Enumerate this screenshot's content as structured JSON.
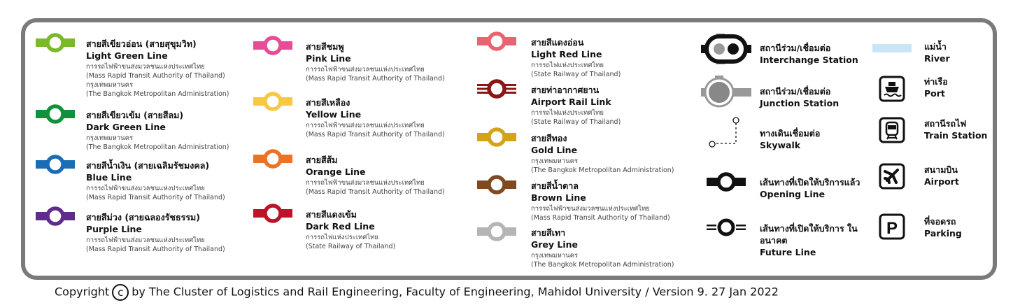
{
  "lines": [
    {
      "th": "สายสีเขียวอ่อน (สายสุขุมวิท)",
      "en": "Light Green Line",
      "color": "#7ab929",
      "orgs": [
        "การรถไฟฟ้าขนส่งมวลชนแห่งประเทศไทย",
        "(Mass Rapid Transit Authority of Thailand)",
        "กรุงเทพมหานคร",
        "(The Bangkok Metropolitan Administration)"
      ]
    },
    {
      "th": "สายสีเขียวเข้ม (สายสีลม)",
      "en": "Dark Green Line",
      "color": "#11913b",
      "orgs": [
        "กรุงเทพมหานคร",
        "(The Bangkok Metropolitan Administration)"
      ]
    },
    {
      "th": "สายสีน้ำเงิน (สายเฉลิมรัชมงคล)",
      "en": "Blue Line",
      "color": "#1a6db5",
      "orgs": [
        "การรถไฟฟ้าขนส่งมวลชนแห่งประเทศไทย",
        "(Mass Rapid Transit Authority of Thailand)"
      ]
    },
    {
      "th": "สายสีม่วง (สายฉลองรัชธรรม)",
      "en": "Purple Line",
      "color": "#5f2c8c",
      "orgs": [
        "การรถไฟฟ้าขนส่งมวลชนแห่งประเทศไทย",
        "(Mass Rapid Transit Authority of Thailand)"
      ]
    },
    {
      "th": "สายสีชมพู",
      "en": "Pink Line",
      "color": "#e84c98",
      "orgs": [
        "การรถไฟฟ้าขนส่งมวลชนแห่งประเทศไทย",
        "(Mass Rapid Transit Authority of Thailand)"
      ]
    },
    {
      "th": "สายสีเหลือง",
      "en": "Yellow Line",
      "color": "#f7c942",
      "orgs": [
        "การรถไฟฟ้าขนส่งมวลชนแห่งประเทศไทย",
        "(Mass Rapid Transit Authority of Thailand)"
      ]
    },
    {
      "th": "สายสีส้ม",
      "en": "Orange Line",
      "color": "#ec7326",
      "orgs": [
        "การรถไฟฟ้าขนส่งมวลชนแห่งประเทศไทย",
        "(Mass Rapid Transit Authority of Thailand)"
      ]
    },
    {
      "th": "สายสีแดงเข้ม",
      "en": "Dark Red Line",
      "color": "#bd1228",
      "orgs": [
        "การรถไฟแห่งประเทศไทย",
        "(State Railway of Thailand)"
      ]
    },
    {
      "th": "สายสีแดงอ่อน",
      "en": "Light Red Line",
      "color": "#ea6370",
      "orgs": [
        "การรถไฟแห่งประเทศไทย",
        "(State Railway of Thailand)"
      ]
    },
    {
      "th": "สายท่าอากาศยาน",
      "en": "Airport Rail Link",
      "color": "#8c1515",
      "orgs": [
        "การรถไฟแห่งประเทศไทย",
        "(State Railway of Thailand)"
      ]
    },
    {
      "th": "สายสีทอง",
      "en": "Gold Line",
      "color": "#d6a317",
      "orgs": [
        "กรุงเทพมหานคร",
        "(The Bangkok Metropolitan Administration)"
      ]
    },
    {
      "th": "สายสีน้ำตาล",
      "en": "Brown Line",
      "color": "#7d4a22",
      "orgs": [
        "การรถไฟฟ้าขนส่งมวลชนแห่งประเทศไทย",
        "(Mass Rapid Transit Authority of Thailand)"
      ]
    },
    {
      "th": "สายสีเทา",
      "en": "Grey Line",
      "color": "#b5b5b5",
      "orgs": [
        "กรุงเทพมหานคร",
        "(The Bangkok Metropolitan Administration)"
      ]
    }
  ],
  "symbols": [
    {
      "icon": "interchange-station-icon",
      "th": "สถานีร่วม/เชื่อมต่อ",
      "en": "Interchange Station"
    },
    {
      "icon": "junction-station-icon",
      "th": "สถานีร่วม/เชื่อมต่อ",
      "en": "Junction Station"
    },
    {
      "icon": "skywalk-icon",
      "th": "ทางเดินเชื่อมต่อ",
      "en": "Skywalk"
    },
    {
      "icon": "opening-line-icon",
      "th": "เส้นทางที่เปิดให้บริการแล้ว",
      "en": "Opening Line"
    },
    {
      "icon": "future-line-icon",
      "th": "เส้นทางที่เปิดให้บริการ ในอนาคต",
      "en": "Future Line"
    },
    {
      "icon": "river-icon",
      "th": "แม่น้ำ",
      "en": "River"
    },
    {
      "icon": "port-icon",
      "th": "ท่าเรือ",
      "en": "Port"
    },
    {
      "icon": "train-station-icon",
      "th": "สถานีรถไฟ",
      "en": "Train Station"
    },
    {
      "icon": "airport-icon",
      "th": "สนามบิน",
      "en": "Airport"
    },
    {
      "icon": "parking-icon",
      "th": "ที่จอดรถ",
      "en": "Parking"
    }
  ],
  "colors": {
    "frame": "#7a7a7a",
    "river": "#c9e6f7",
    "junction": "#8a8a8a"
  },
  "copyright": {
    "prefix": "Copyright",
    "symbol": "c",
    "text": "by The Cluster of Logistics and Rail Engineering, Faculty of Engineering, Mahidol University / Version 9. 27 Jan 2022"
  }
}
